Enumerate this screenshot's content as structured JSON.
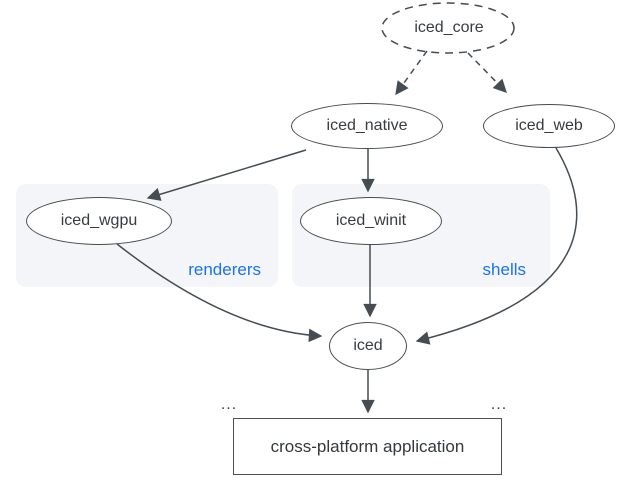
{
  "diagram": {
    "nodes": {
      "iced_core": {
        "label": "iced_core",
        "shape": "ellipse-dashed"
      },
      "iced_native": {
        "label": "iced_native",
        "shape": "ellipse"
      },
      "iced_web": {
        "label": "iced_web",
        "shape": "ellipse"
      },
      "iced_wgpu": {
        "label": "iced_wgpu",
        "shape": "ellipse"
      },
      "iced_winit": {
        "label": "iced_winit",
        "shape": "ellipse"
      },
      "iced": {
        "label": "iced",
        "shape": "ellipse"
      },
      "application": {
        "label": "cross-platform application",
        "shape": "rectangle"
      }
    },
    "groups": {
      "renderers": {
        "label": "renderers",
        "ellipsis": "...",
        "members": [
          "iced_wgpu"
        ]
      },
      "shells": {
        "label": "shells",
        "ellipsis": "...",
        "members": [
          "iced_winit"
        ]
      }
    },
    "edges": [
      {
        "from": "iced_core",
        "to": "iced_native",
        "style": "dashed"
      },
      {
        "from": "iced_core",
        "to": "iced_web",
        "style": "dashed"
      },
      {
        "from": "iced_native",
        "to": "iced_wgpu",
        "style": "solid"
      },
      {
        "from": "iced_native",
        "to": "iced_winit",
        "style": "solid"
      },
      {
        "from": "iced_wgpu",
        "to": "iced",
        "style": "solid"
      },
      {
        "from": "iced_winit",
        "to": "iced",
        "style": "solid"
      },
      {
        "from": "iced_web",
        "to": "iced",
        "style": "solid"
      },
      {
        "from": "iced",
        "to": "application",
        "style": "solid"
      }
    ],
    "colors": {
      "stroke": "#454c52",
      "text": "#373c40",
      "group_fill": "#f3f5f8",
      "group_label": "#1a73e8",
      "node_fill": "#ffffff",
      "background": "#ffffff"
    }
  }
}
